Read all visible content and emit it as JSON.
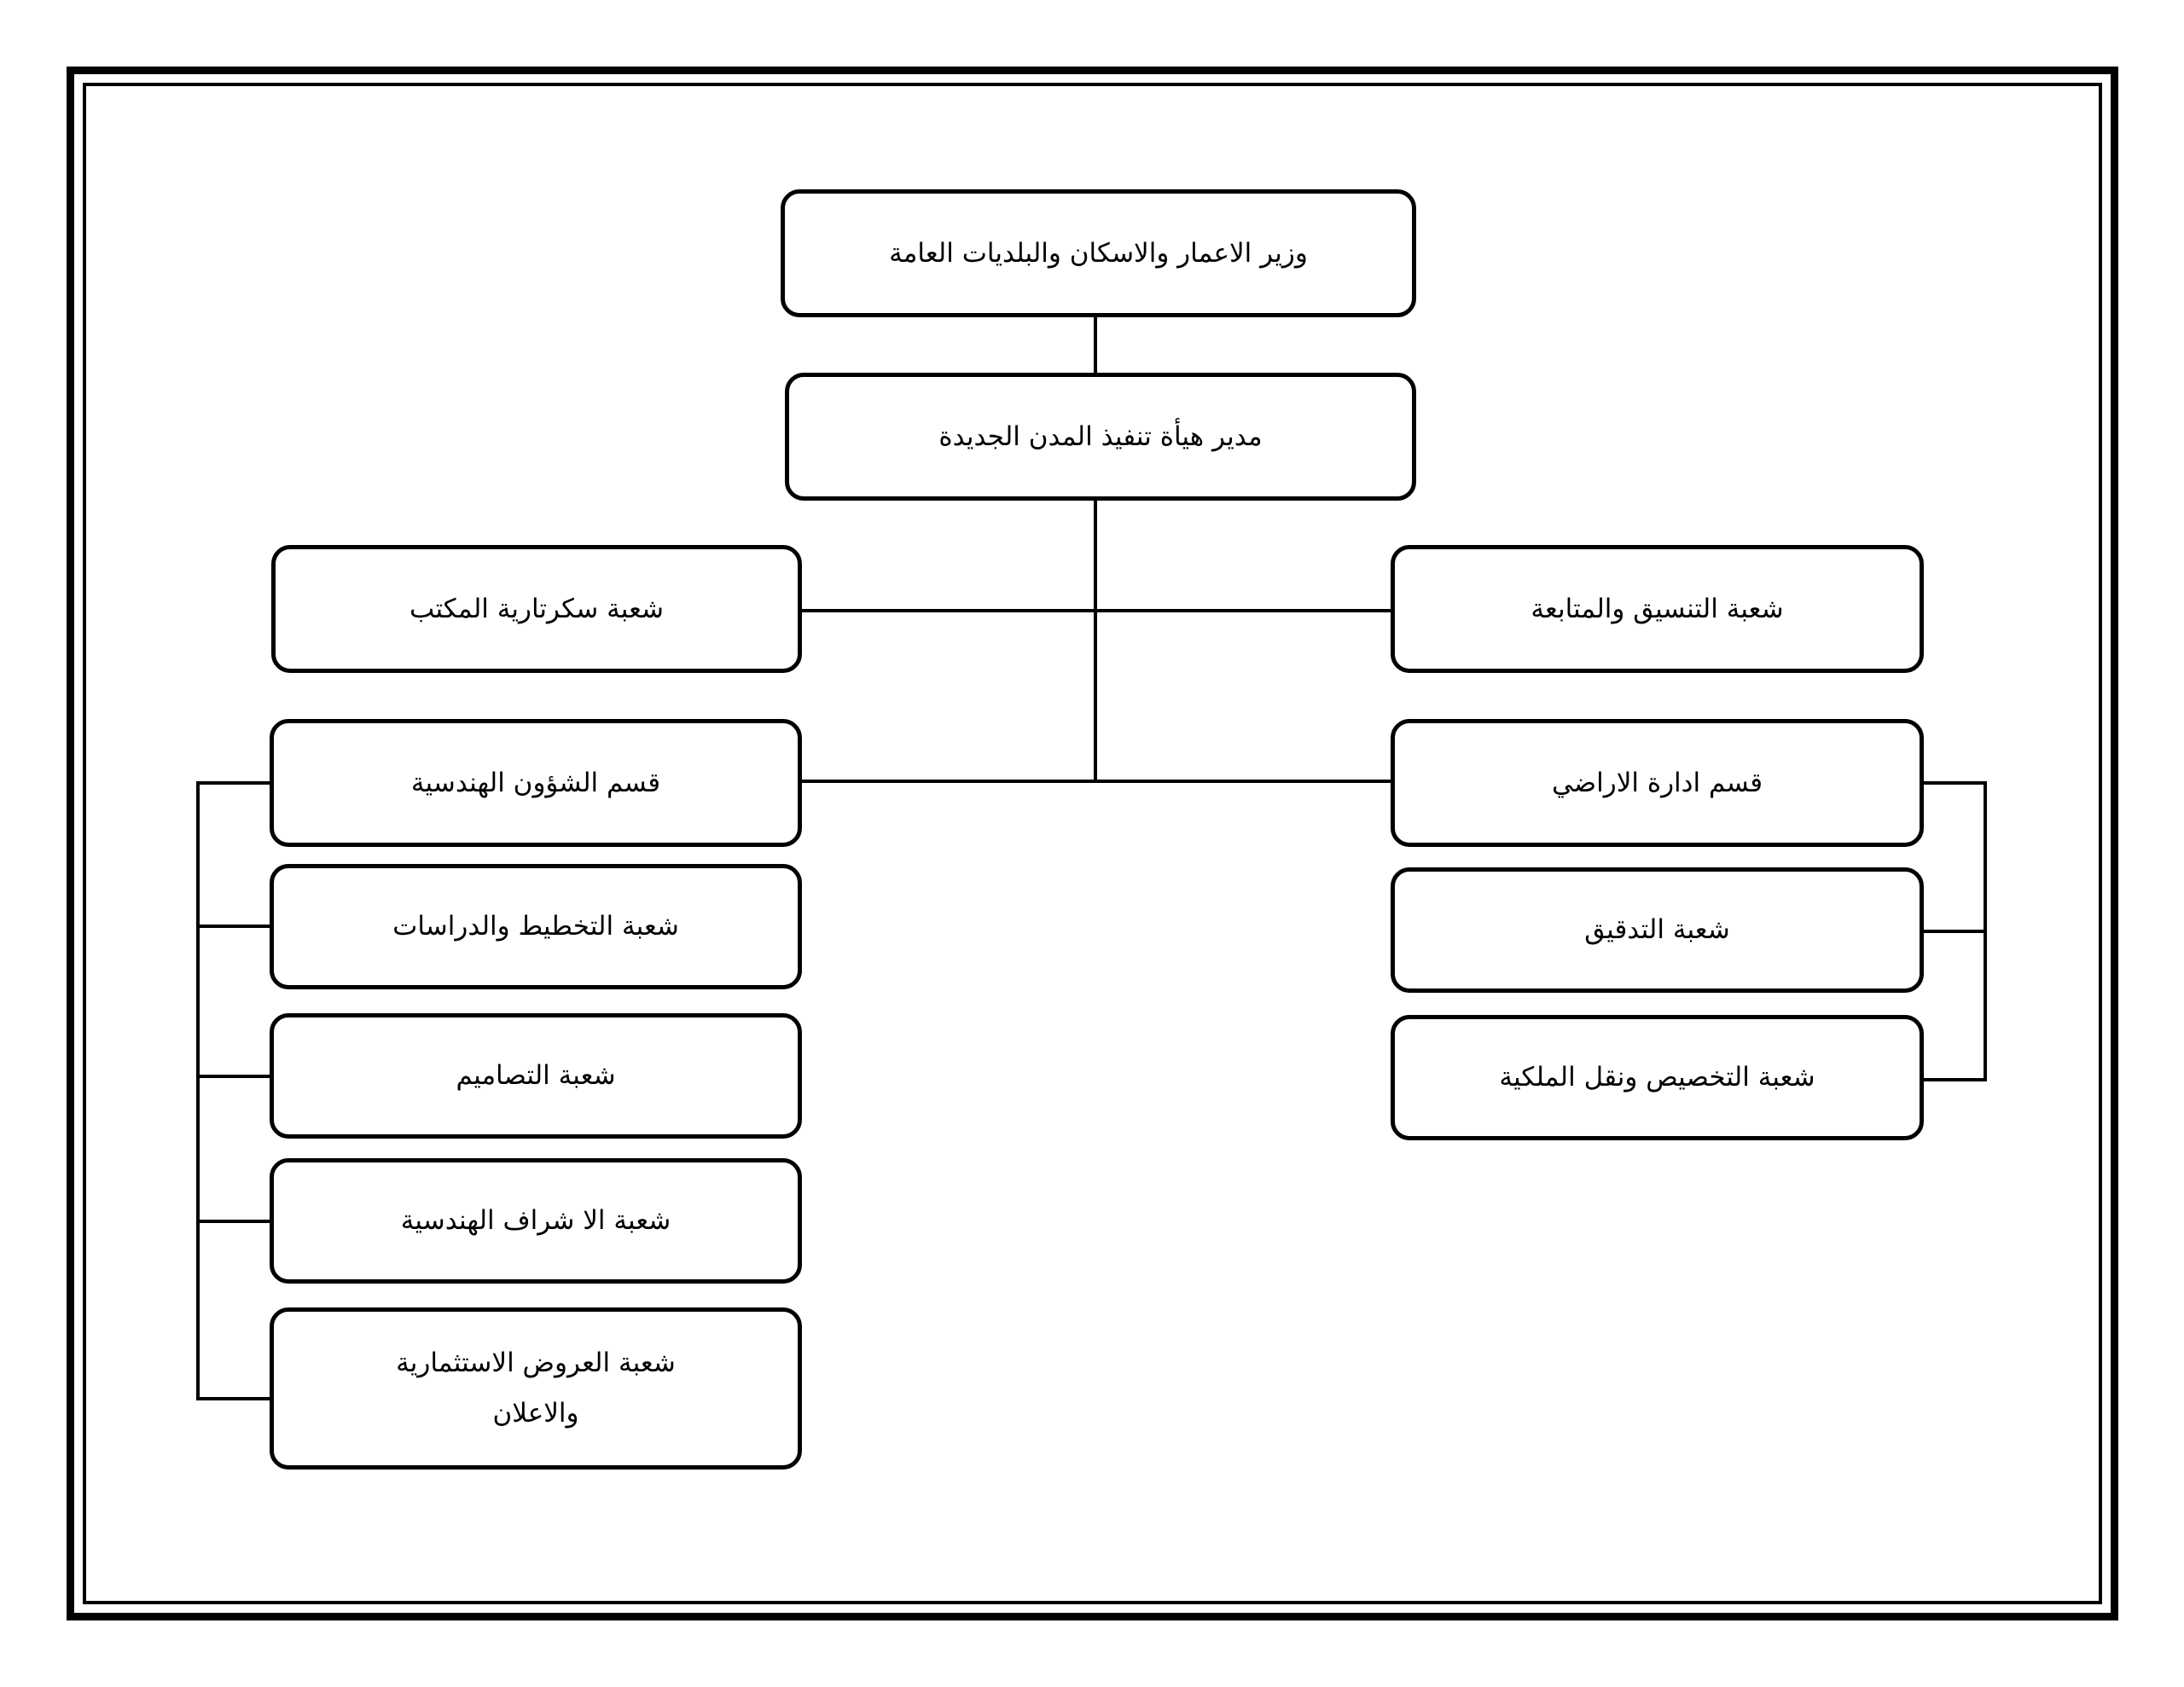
{
  "document": {
    "type": "organizational-chart",
    "language": "ar",
    "direction": "rtl",
    "border_style": "double-rule"
  },
  "chart_data": {
    "type": "diagram",
    "title": "",
    "orientation": "top-down",
    "nodes": [
      {
        "id": "minister",
        "label": "وزير الاعمار والاسكان والبلديات العامة",
        "level": 0,
        "column": "center"
      },
      {
        "id": "director",
        "label": "مدير هيأة تنفيذ المدن الجديدة",
        "level": 1,
        "column": "center"
      },
      {
        "id": "secretariat",
        "label": "شعبة سكرتارية المكتب",
        "level": 2,
        "column": "left"
      },
      {
        "id": "coordination",
        "label": "شعبة التنسيق والمتابعة",
        "level": 2,
        "column": "right"
      },
      {
        "id": "engineering",
        "label": "قسم الشؤون الهندسية",
        "level": 3,
        "column": "left"
      },
      {
        "id": "lands",
        "label": "قسم ادارة الاراضي",
        "level": 3,
        "column": "right"
      },
      {
        "id": "planning",
        "label": "شعبة التخطيط والدراسات",
        "level": 4,
        "column": "left"
      },
      {
        "id": "audit",
        "label": "شعبة التدقيق",
        "level": 4,
        "column": "right"
      },
      {
        "id": "designs",
        "label": "شعبة التصاميم",
        "level": 5,
        "column": "left"
      },
      {
        "id": "allocation",
        "label": "شعبة التخصيص ونقل الملكية",
        "level": 5,
        "column": "right"
      },
      {
        "id": "supervision",
        "label": "شعبة الا شراف الهندسية",
        "level": 6,
        "column": "left"
      },
      {
        "id": "investment",
        "label": "شعبة العروض الاستثمارية",
        "level": 7,
        "column": "left",
        "label_line2": "والاعلان"
      }
    ],
    "edges": [
      {
        "from": "minister",
        "to": "director"
      },
      {
        "from": "director",
        "to": "secretariat"
      },
      {
        "from": "director",
        "to": "coordination"
      },
      {
        "from": "director",
        "to": "engineering"
      },
      {
        "from": "director",
        "to": "lands"
      },
      {
        "from": "engineering",
        "to": "planning"
      },
      {
        "from": "engineering",
        "to": "designs"
      },
      {
        "from": "engineering",
        "to": "supervision"
      },
      {
        "from": "engineering",
        "to": "investment"
      },
      {
        "from": "lands",
        "to": "audit"
      },
      {
        "from": "lands",
        "to": "allocation"
      }
    ]
  },
  "colors": {
    "line": "#000000",
    "box_fill": "#ffffff",
    "text": "#000000",
    "page_background": "#ffffff"
  }
}
